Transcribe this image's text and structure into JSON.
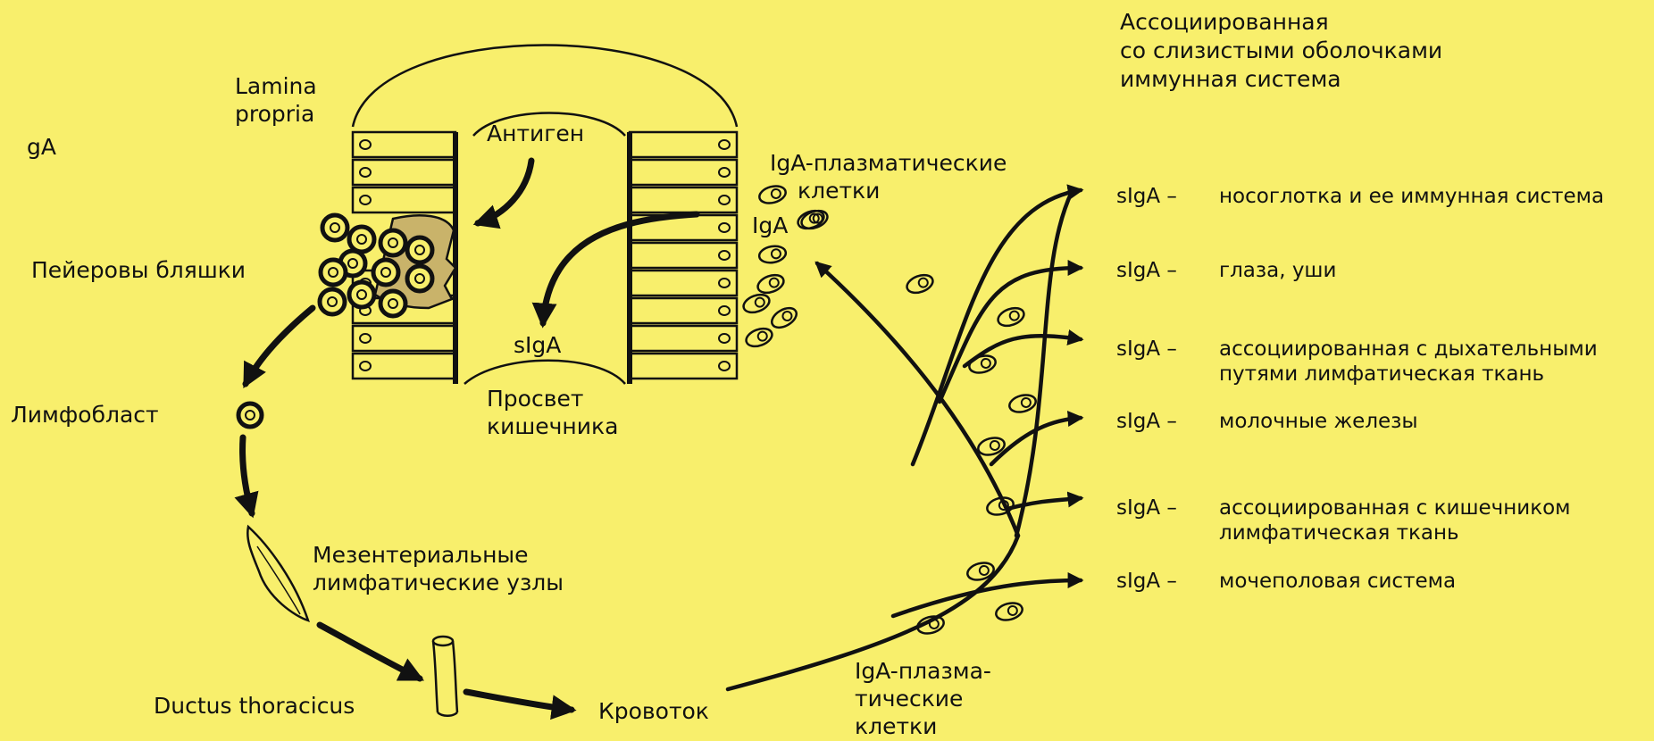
{
  "title": {
    "line1": "Ассоциированная",
    "line2": "со слизистыми оболочками",
    "line3": "иммунная система"
  },
  "left_labels": {
    "ga": "gA",
    "lamina_1": "Lamina",
    "lamina_2": "propria",
    "peyer": "Пейеровы бляшки",
    "lymphoblast": "Лимфобласт",
    "mesenteric_1": "Мезентериальные",
    "mesenteric_2": "лимфатические узлы",
    "ductus": "Ductus thoracicus",
    "bloodstream": "Кровоток"
  },
  "gut_labels": {
    "antigen": "Антиген",
    "sIgA": "sIgA",
    "lumen_1": "Просвет",
    "lumen_2": "кишечника"
  },
  "plasma_top": {
    "line1": "IgA-плазматические",
    "line2": "клетки",
    "iga": "IgA"
  },
  "plasma_bottom": {
    "line1": "IgA-плазма-",
    "line2": "тические",
    "line3": "клетки"
  },
  "targets": [
    {
      "sig": "sIgA –",
      "text1": "носоглотка и ее иммунная система",
      "text2": ""
    },
    {
      "sig": "sIgA –",
      "text1": "глаза, уши",
      "text2": ""
    },
    {
      "sig": "sIgA –",
      "text1": "ассоциированная с дыхательными",
      "text2": "путями лимфатическая ткань"
    },
    {
      "sig": "sIgA –",
      "text1": "молочные железы",
      "text2": ""
    },
    {
      "sig": "sIgA –",
      "text1": "ассоциированная с кишечником",
      "text2": "лимфатическая ткань"
    },
    {
      "sig": "sIgA –",
      "text1": "мочеполовая система",
      "text2": ""
    }
  ],
  "colors": {
    "background": "#f8ef6c",
    "ink": "#111111",
    "patch": "#c9b36a"
  }
}
